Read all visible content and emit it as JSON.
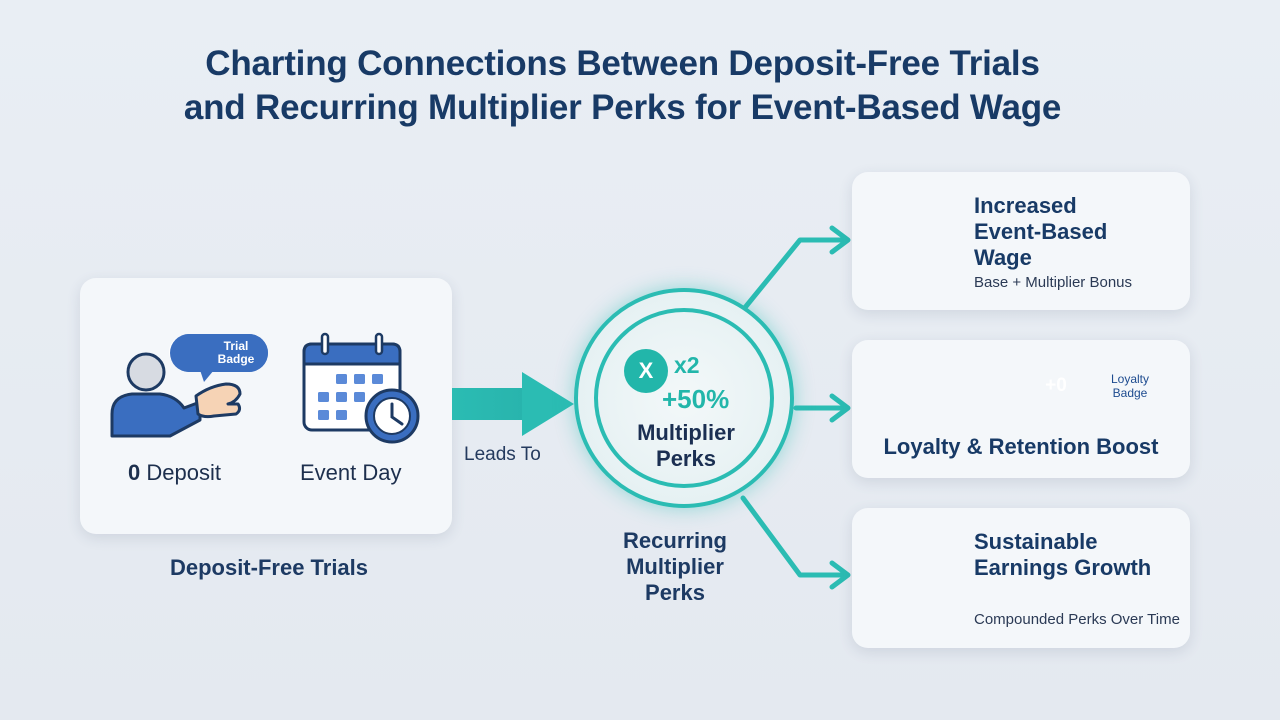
{
  "title": {
    "line1": "Charting Connections Between Deposit-Free Trials",
    "line2": "and Recurring Multiplier Perks for Event-Based Wage"
  },
  "left_panel": {
    "badge": "Trial Badge",
    "deposit_amount": "0",
    "deposit_label": "Deposit",
    "event_label": "Event Day",
    "caption": "Deposit-Free Trials"
  },
  "connector_label": "Leads To",
  "center": {
    "x_symbol": "X",
    "multiplier": "x2",
    "bonus": "+50%",
    "inner_label": "Multiplier Perks",
    "caption": "Recurring Multiplier Perks"
  },
  "outcomes": [
    {
      "title": "Increased Event-Based Wage",
      "subtitle": "Base + Multiplier Bonus"
    },
    {
      "title": "Loyalty & Retention Boost",
      "plus_label": "+0",
      "badge": "Loyalty Badge"
    },
    {
      "title": "Sustainable Earnings Growth",
      "subtitle": "Compounded Perks Over Time"
    }
  ],
  "colors": {
    "navy": "#183a66",
    "teal": "#22b6aa",
    "blue": "#3a6ec0",
    "light_blue": "#6e9de0",
    "card": "#f4f7fa",
    "background": "#e7ecf2"
  }
}
